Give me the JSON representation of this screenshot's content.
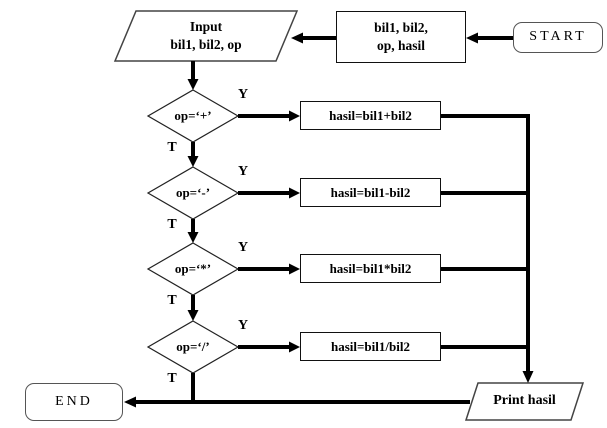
{
  "diagram": {
    "type": "flowchart",
    "colors": {
      "background": "#ffffff",
      "line": "#000000",
      "shape_border": "#444444",
      "text": "#000000"
    },
    "nodes": {
      "start": "START",
      "declare": [
        "bil1, bil2,",
        "op, hasil"
      ],
      "input": [
        "Input",
        "bil1, bil2, op"
      ],
      "decisions": [
        "op=‘+’",
        "op=‘-’",
        "op=‘*’",
        "op=‘/’"
      ],
      "processes": [
        "hasil=bil1+bil2",
        "hasil=bil1-bil2",
        "hasil=bil1*bil2",
        "hasil=bil1/bil2"
      ],
      "print": "Print hasil",
      "end": "END"
    },
    "branch": {
      "yes": "Y",
      "no": "T"
    }
  }
}
